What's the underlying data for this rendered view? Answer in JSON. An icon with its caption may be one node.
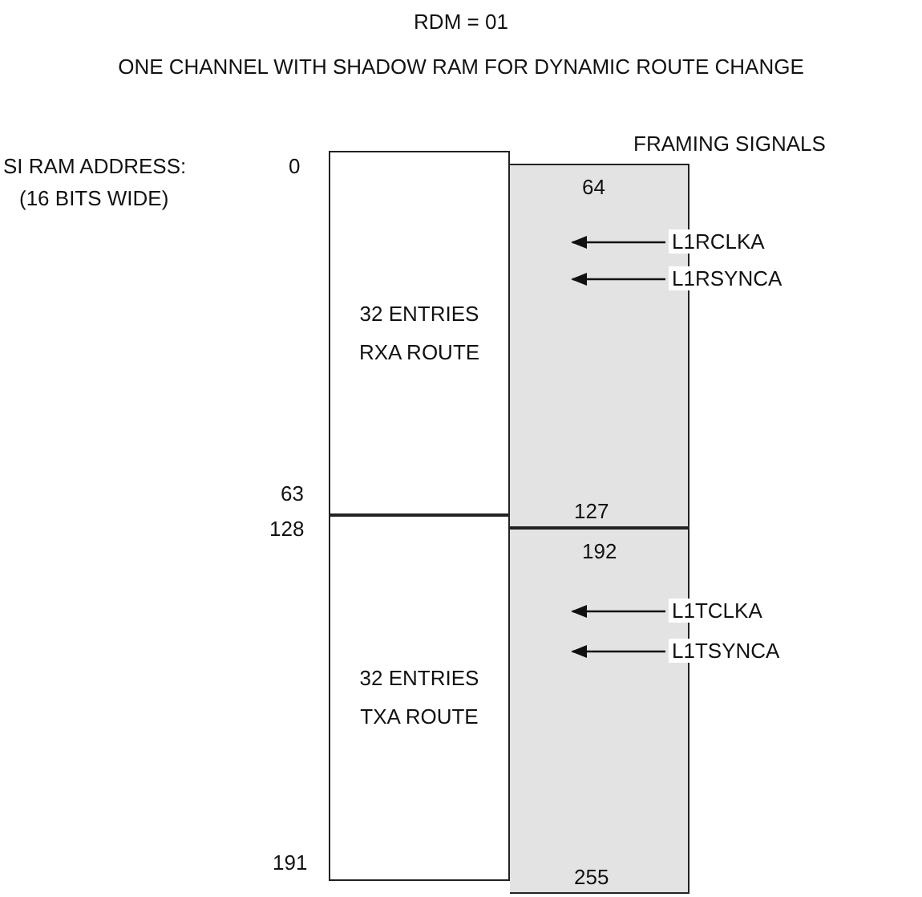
{
  "diagram": {
    "title": "RDM = 01",
    "nodes": [
      {
        "text": [
          "32 ENTRIES RXA ROUTE"
        ]
      },
      {
        "text": [
          "32 ENTRIES TXA ROUTE"
        ]
      },
      {
        "text": [
          "64",
          "127"
        ]
      },
      {
        "text": [
          "192",
          "255"
        ]
      },
      {
        "text": [
          "L1RCLKA"
        ]
      },
      {
        "text": [
          "L1RSYNCA"
        ]
      },
      {
        "text": [
          "L1TCLKA"
        ]
      },
      {
        "text": [
          "L1TSYNCA"
        ]
      }
    ],
    "edges": [
      {
        "from": 4,
        "to": 2,
        "arrow": "to"
      },
      {
        "from": 5,
        "to": 2,
        "arrow": "to"
      },
      {
        "from": 6,
        "to": 3,
        "arrow": "to"
      },
      {
        "from": 7,
        "to": 3,
        "arrow": "to"
      }
    ],
    "labels": [
      "ONE CHANNEL WITH SHADOW RAM FOR DYNAMIC ROUTE CHANGE",
      "FRAMING SIGNALS",
      "SI RAM ADDRESS:",
      "0",
      "(16 BITS WIDE)",
      "63",
      "128",
      "191"
    ]
  }
}
